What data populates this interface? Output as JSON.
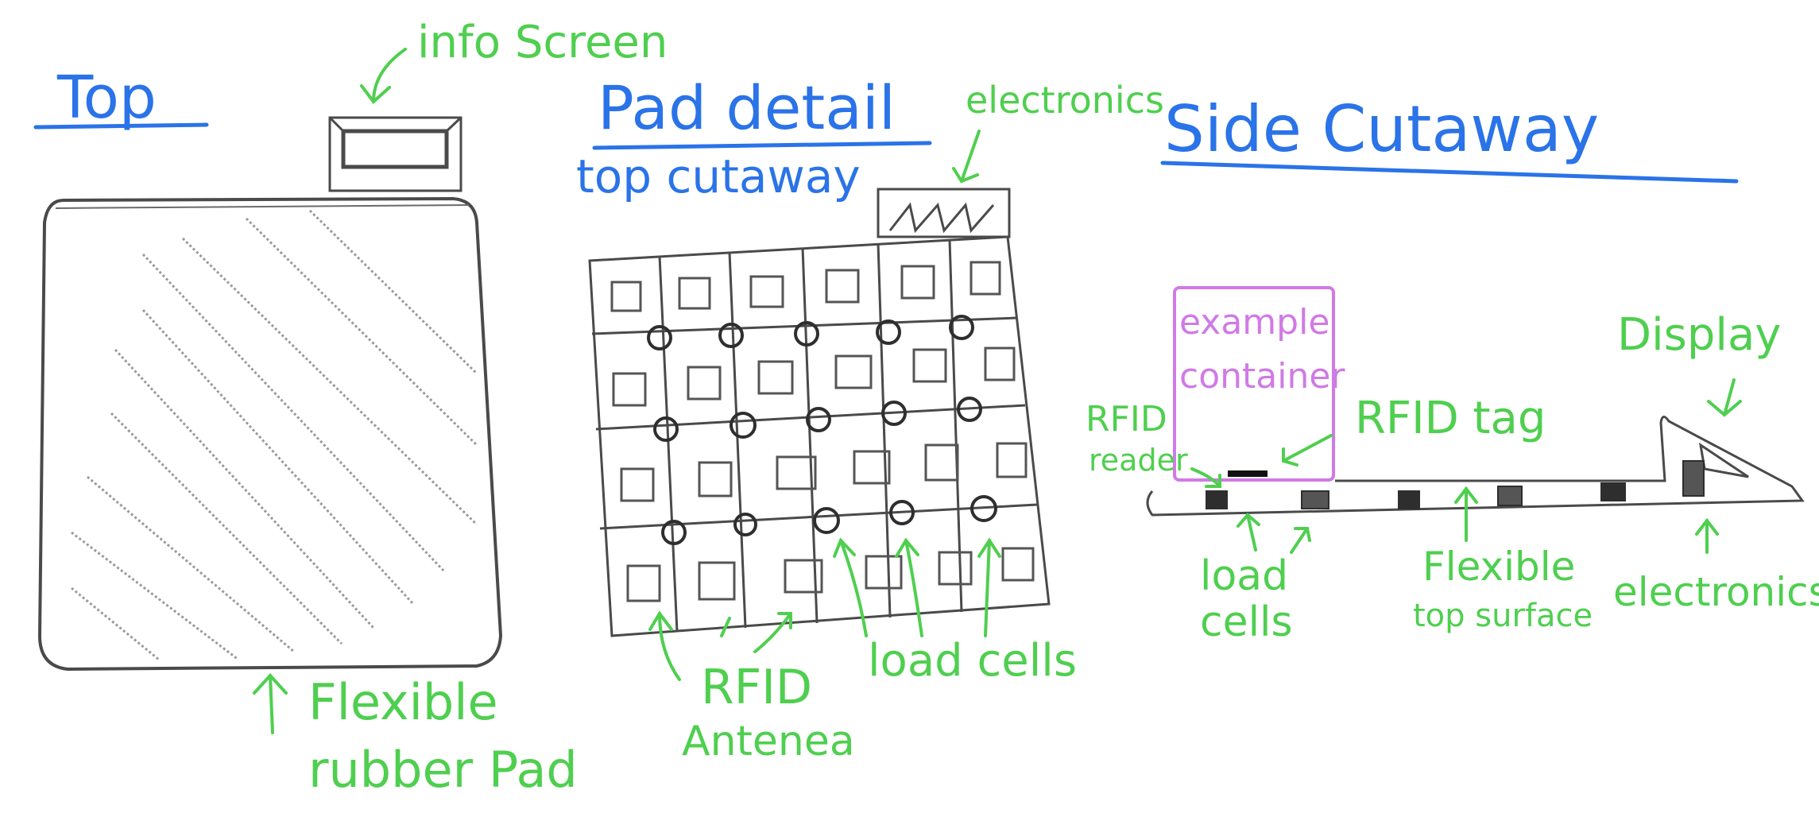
{
  "colors": {
    "title_blue": "#2a73e8",
    "label_green": "#4fcf4f",
    "sketch_gray": "#4a4a4a",
    "container_purple": "#d07ae6"
  },
  "sections": {
    "top": {
      "title": "Top"
    },
    "pad_detail": {
      "title": "Pad detail",
      "subtitle": "top cutaway"
    },
    "side": {
      "title": "Side Cutaway"
    }
  },
  "labels": {
    "info_screen": "info Screen",
    "flexible_rubber_pad": [
      "Flexible",
      "rubber Pad"
    ],
    "electronics_top": "electronics",
    "rfid_antenna": [
      "RFID",
      "Antenea"
    ],
    "load_cells_pad": "load cells",
    "example_container": [
      "example",
      "container"
    ],
    "rfid_reader": [
      "RFID",
      "reader"
    ],
    "rfid_tag": "RFID tag",
    "display": "Display",
    "load_cells_side": [
      "load",
      "cells"
    ],
    "flexible_top_surface": [
      "Flexible",
      "top surface"
    ],
    "electronics_side": "electronics"
  }
}
